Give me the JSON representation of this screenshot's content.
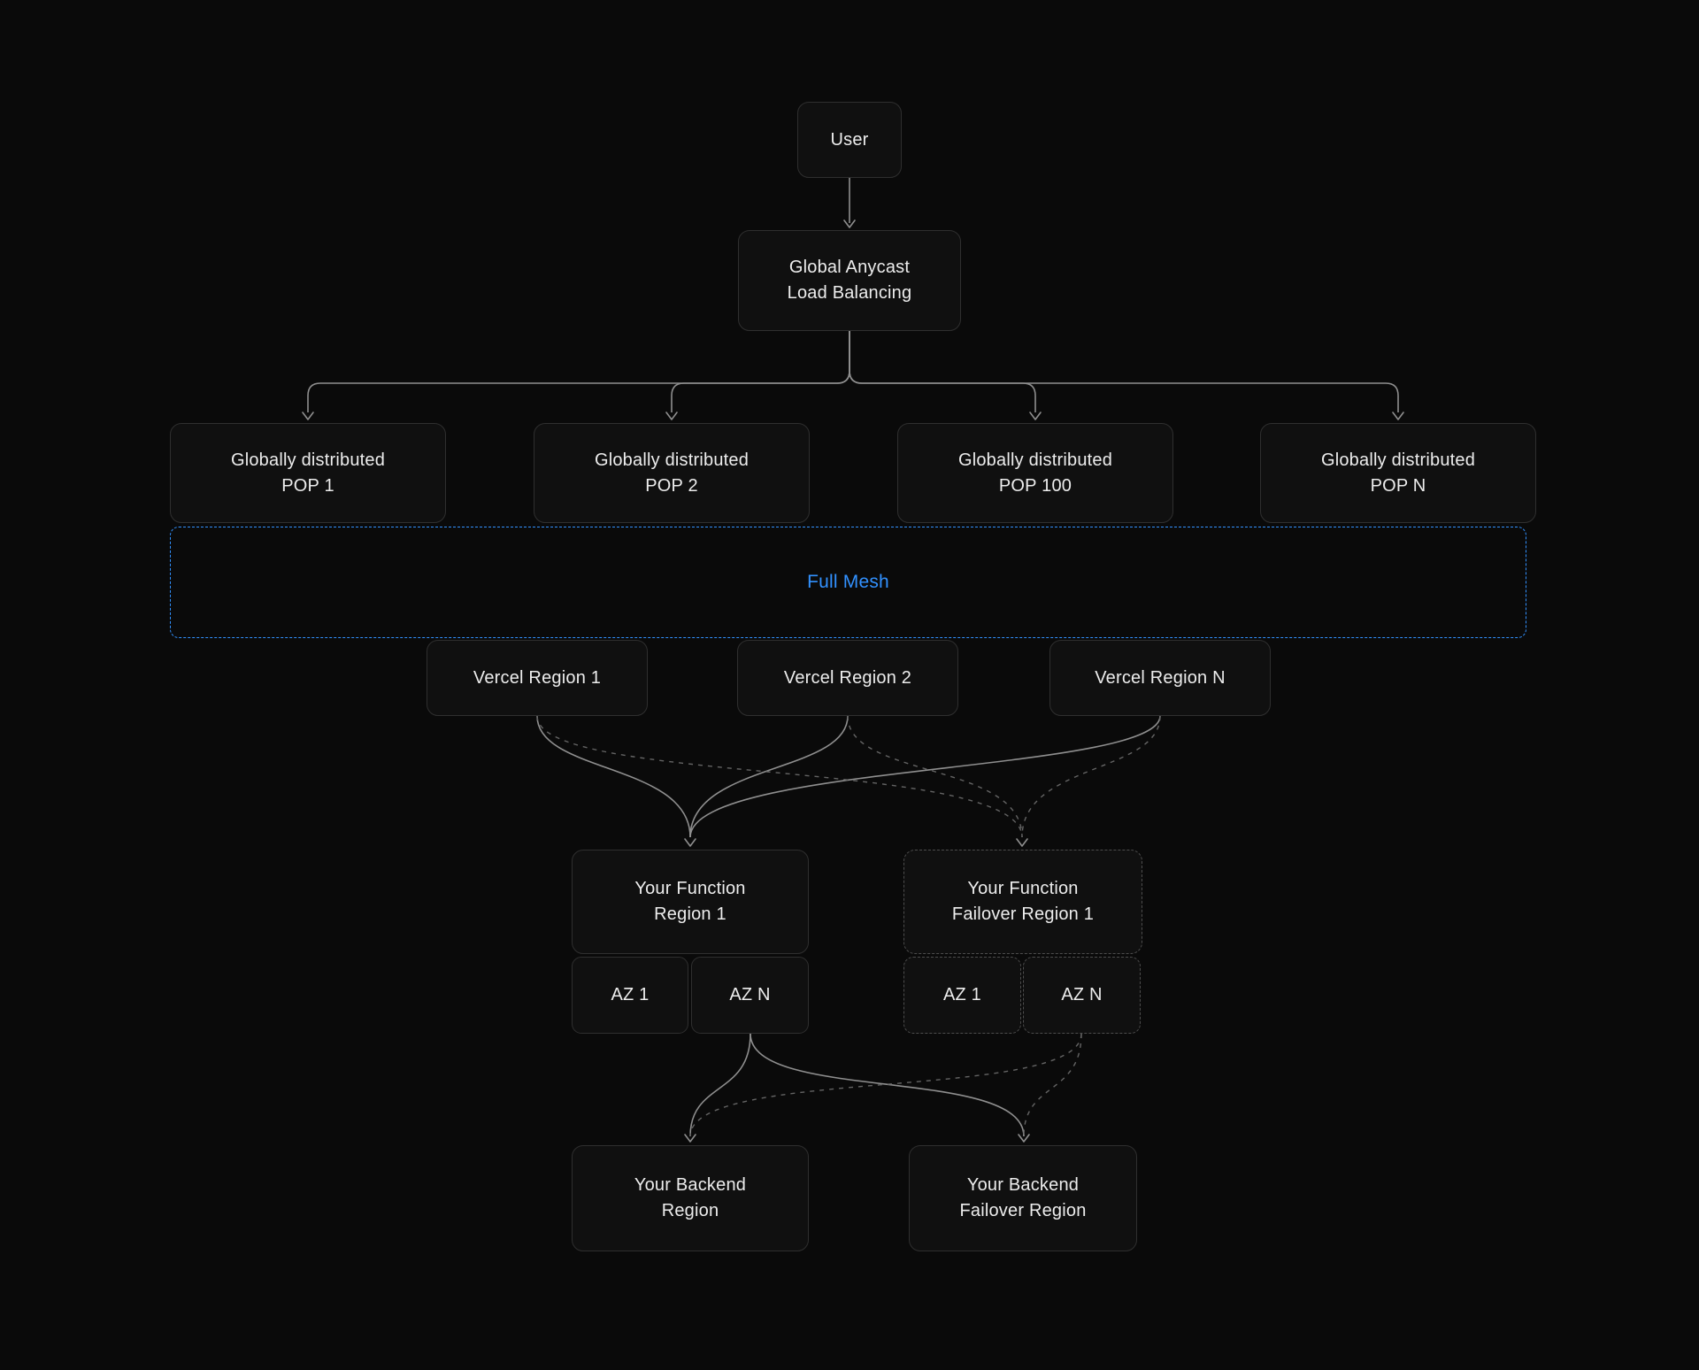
{
  "colors": {
    "background": "#0a0a0a",
    "node_bg": "#101010",
    "node_border": "#2f2f2f",
    "dashed_node_border": "#4d4d4d",
    "text": "#ededed",
    "accent_blue": "#3291ff",
    "edge": "#8f8f8f",
    "edge_dashed": "#646464"
  },
  "diagram": {
    "user": {
      "label": "User"
    },
    "load_balancer": {
      "line1": "Global Anycast",
      "line2": "Load Balancing"
    },
    "pops": [
      {
        "line1": "Globally distributed",
        "line2": "POP 1"
      },
      {
        "line1": "Globally distributed",
        "line2": "POP 2"
      },
      {
        "line1": "Globally distributed",
        "line2": "POP 100"
      },
      {
        "line1": "Globally distributed",
        "line2": "POP N"
      }
    ],
    "full_mesh": {
      "label": "Full Mesh"
    },
    "vercel_regions": [
      {
        "label": "Vercel Region 1"
      },
      {
        "label": "Vercel Region 2"
      },
      {
        "label": "Vercel Region N"
      }
    ],
    "function_region": {
      "line1": "Your Function",
      "line2": "Region 1"
    },
    "function_failover_region": {
      "line1": "Your Function",
      "line2": "Failover Region 1"
    },
    "function_azs": [
      {
        "label": "AZ 1"
      },
      {
        "label": "AZ N"
      }
    ],
    "failover_azs": [
      {
        "label": "AZ 1"
      },
      {
        "label": "AZ N"
      }
    ],
    "backend_region": {
      "line1": "Your Backend",
      "line2": "Region"
    },
    "backend_failover_region": {
      "line1": "Your Backend",
      "line2": "Failover Region"
    }
  }
}
